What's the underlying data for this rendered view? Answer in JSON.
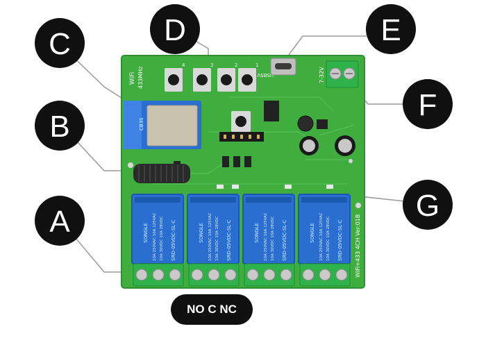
{
  "callouts": {
    "a": "A",
    "b": "B",
    "c": "C",
    "d": "D",
    "e": "E",
    "f": "F",
    "g": "G"
  },
  "terminal_label": "NO C NC",
  "board": {
    "wifi_label": "WiFi",
    "rf_label": "433MHz",
    "usb_label": "USB5V",
    "voltage_label": "7-32V",
    "module_label": "CB3S",
    "model_label": "WiFi+433 4CH  Ver:01B",
    "button_numbers": [
      "4",
      "3",
      "2",
      "1"
    ],
    "relay_brand": "SONGLE",
    "relay_model": "SRD-05VDC-SL-C",
    "relay_rating_ac": "10A 250VAC  10A 125VAC",
    "relay_rating_dc": "10A 30VDC  10A 28VDC"
  },
  "colors": {
    "pcb": "#3fae3f",
    "pcb_dark": "#2f8f34",
    "relay": "#2a6fd0",
    "relay_dark": "#1b58b0",
    "terminal": "#2fb24a",
    "wifi_module": "#2a6fd0",
    "callout": "#101010"
  }
}
